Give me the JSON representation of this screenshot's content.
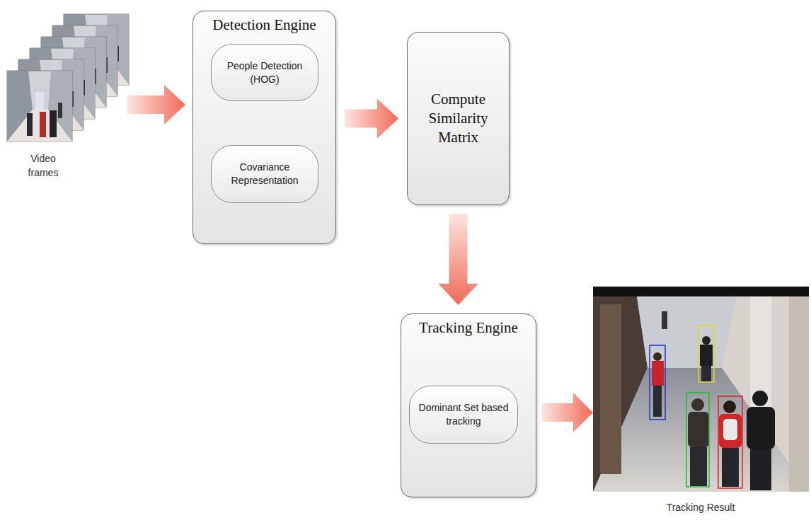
{
  "diagram": {
    "nodes": [
      {
        "text": [
          "Detection Engine"
        ]
      },
      {
        "text": [
          "People Detection (HOG)"
        ],
        "in": 0
      },
      {
        "text": [
          "Covariance Representation"
        ],
        "in": 0
      },
      {
        "text": [
          "Compute Similarity Matrix"
        ]
      },
      {
        "text": [
          "Tracking Engine"
        ]
      },
      {
        "text": [
          "Dominant Set based tracking"
        ],
        "in": 4
      }
    ],
    "edges": [
      {
        "from": 1,
        "to": 2,
        "arrow": "to"
      },
      {
        "from": 0,
        "to": 3,
        "arrow": "to"
      },
      {
        "from": 3,
        "to": 4,
        "arrow": "to"
      }
    ],
    "labels": [
      "Video frames",
      "Tracking Result"
    ]
  }
}
